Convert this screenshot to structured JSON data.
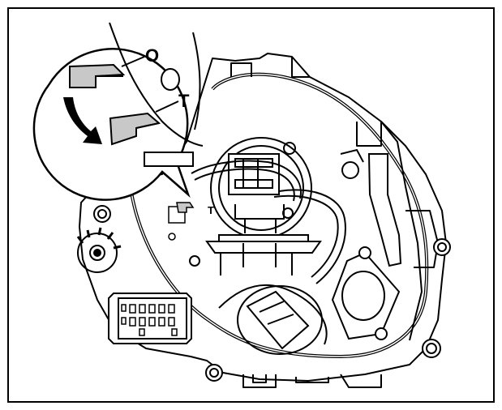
{
  "diagram": {
    "callout": {
      "label_open": "O",
      "label_tight": "T"
    },
    "detail_label": "T",
    "colors": {
      "line": "#000000",
      "background": "#ffffff",
      "clip_fill": "#c8c8c8"
    }
  }
}
